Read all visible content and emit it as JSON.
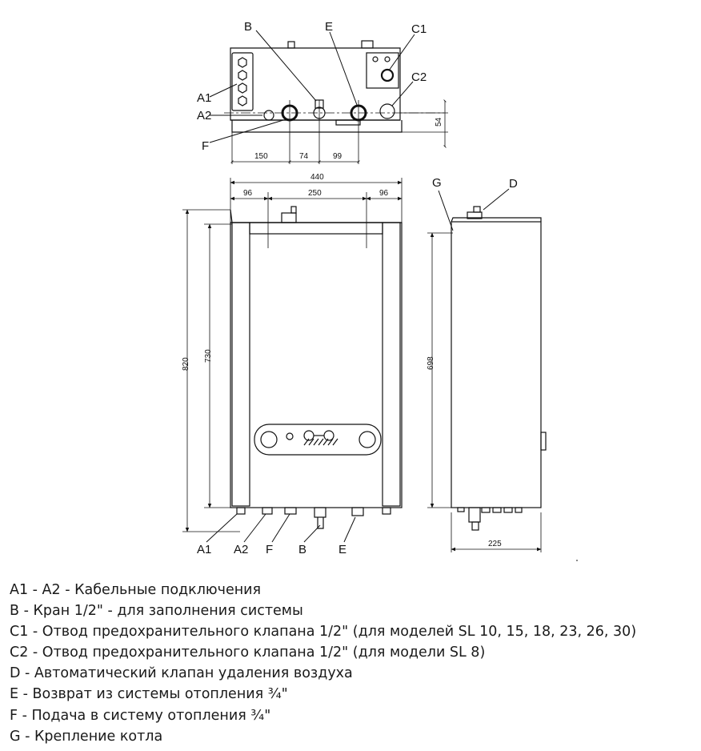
{
  "labels": {
    "top_B": "B",
    "top_E": "E",
    "top_C1": "C1",
    "top_C2": "C2",
    "top_A1": "A1",
    "top_A2": "A2",
    "top_F": "F",
    "front_A1": "A1",
    "front_A2": "A2",
    "front_F": "F",
    "front_B": "B",
    "front_E": "E",
    "side_G": "G",
    "side_D": "D"
  },
  "dimensions": {
    "d150": "150",
    "d74": "74",
    "d99": "99",
    "d54": "54",
    "d440": "440",
    "d96_left": "96",
    "d250": "250",
    "d96_right": "96",
    "d820": "820",
    "d730": "730",
    "d698": "698",
    "d225": "225"
  },
  "legend": [
    "A1 - A2 - Кабельные подключения",
    "B - Кран 1/2\" - для заполнения системы",
    "C1 - Отвод предохранительного клапана 1/2\" (для моделей SL 10, 15, 18, 23, 26, 30)",
    "C2 - Отвод предохранительного клапана 1/2\" (для модели SL 8)",
    "D - Автоматический клапан удаления воздуха",
    "E - Возврат из системы отопления ¾\"",
    "F - Подача в систему отопления ¾\"",
    "G - Крепление котла"
  ]
}
